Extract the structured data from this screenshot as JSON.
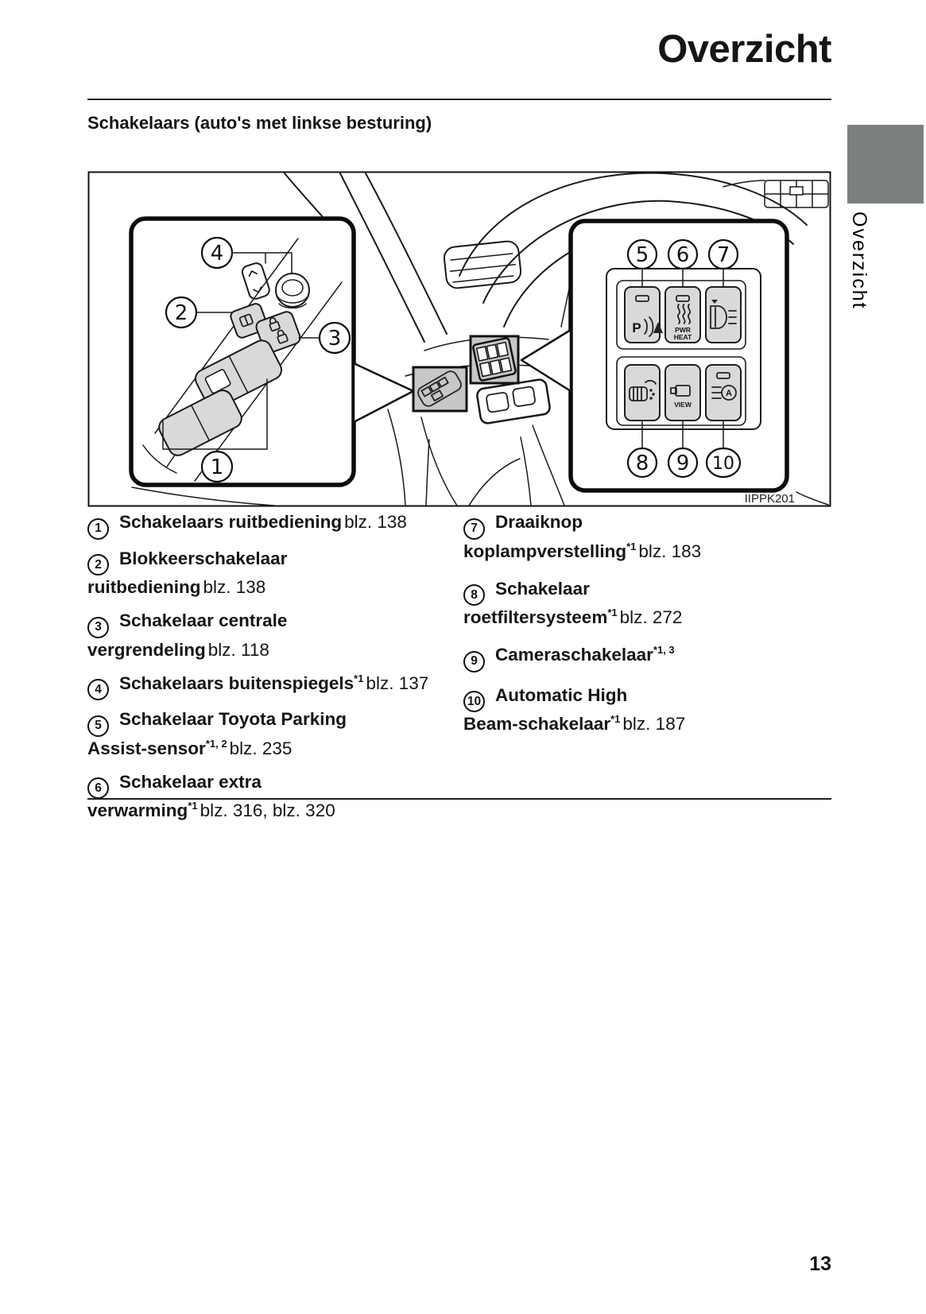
{
  "page": {
    "title": "Overzicht",
    "sidebar_tab": "Overzicht",
    "section_heading": "Schakelaars (auto's met linkse besturing)",
    "page_number": "13"
  },
  "colors": {
    "tab_gray": "#7a807c"
  },
  "figure": {
    "code": "IIPPK201",
    "callouts": {
      "c1": "1",
      "c2": "2",
      "c3": "3",
      "c4": "4",
      "c5": "5",
      "c6": "6",
      "c7": "7",
      "c8": "8",
      "c9": "9",
      "c10": "10"
    },
    "button_labels": {
      "parking": "P",
      "pwr": "PWR",
      "heat": "HEAT",
      "view": "VIEW",
      "auto": "A"
    }
  },
  "legend": {
    "left": [
      {
        "number": "1",
        "line1_bold": "Schakelaars ruitbediening",
        "line1_ref": "blz. 138"
      },
      {
        "number": "2",
        "line1_bold": "Blokkeerschakelaar",
        "line2_bold": "ruitbediening",
        "line2_ref": "blz. 138"
      },
      {
        "number": "3",
        "line1_bold": "Schakelaar centrale",
        "line2_bold": "vergrendeling",
        "line2_ref": "blz. 118"
      },
      {
        "number": "4",
        "line1_bold": "Schakelaars buitenspiegels",
        "line1_sup": "*1",
        "line1_ref": "blz. 137"
      },
      {
        "number": "5",
        "line1_bold": "Schakelaar Toyota Parking",
        "line2_bold": "Assist-sensor",
        "line2_sup": "*1, 2",
        "line2_ref": "blz. 235"
      },
      {
        "number": "6",
        "line1_bold": "Schakelaar extra",
        "line2_bold": "verwarming",
        "line2_sup": "*1",
        "line2_ref": "blz. 316, blz. 320"
      }
    ],
    "right": [
      {
        "number": "7",
        "line1_bold": "Draaiknop",
        "line2_bold": "koplampverstelling",
        "line2_sup": "*1",
        "line2_ref": "blz. 183"
      },
      {
        "number": "8",
        "line1_bold": "Schakelaar",
        "line2_bold": "roetfiltersysteem",
        "line2_sup": "*1",
        "line2_ref": "blz. 272"
      },
      {
        "number": "9",
        "line1_bold": "Cameraschakelaar",
        "line1_sup": "*1, 3"
      },
      {
        "number": "10",
        "line1_bold": "Automatic High",
        "line2_bold": "Beam-schakelaar",
        "line2_sup": "*1",
        "line2_ref": "blz. 187"
      }
    ]
  }
}
